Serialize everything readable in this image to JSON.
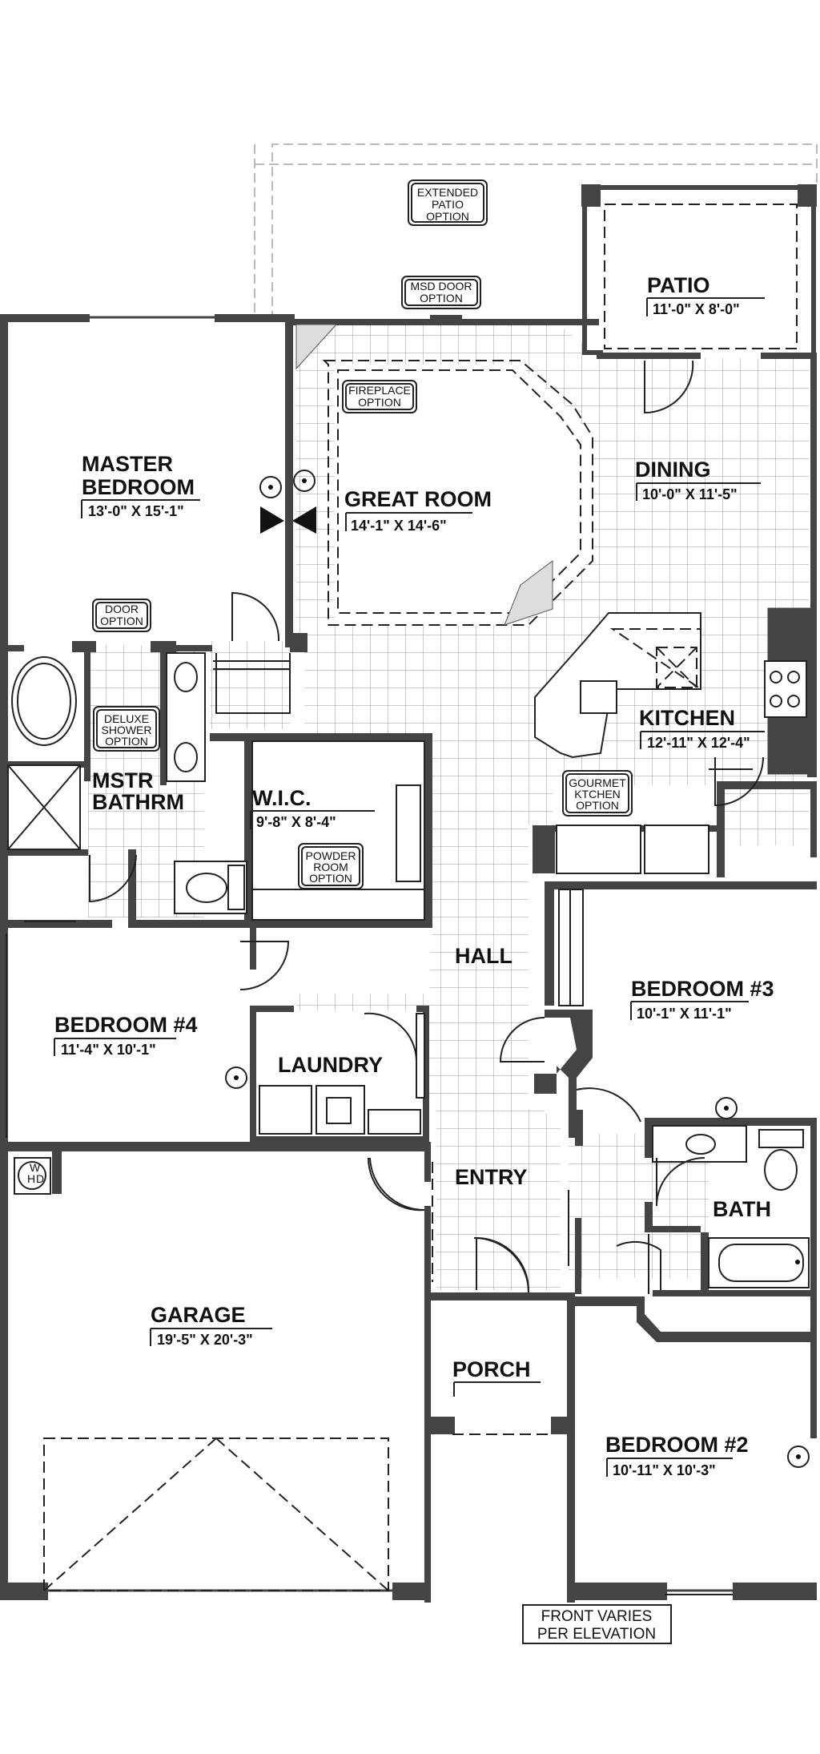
{
  "rooms": {
    "patio": {
      "name": "PATIO",
      "dim": "11'-0\" X 8'-0\""
    },
    "master_bedroom": {
      "name_line1": "MASTER",
      "name_line2": "BEDROOM",
      "dim": "13'-0\" X 15'-1\""
    },
    "great_room": {
      "name": "GREAT ROOM",
      "dim": "14'-1\" X 14'-6\""
    },
    "dining": {
      "name": "DINING",
      "dim": "10'-0\" X 11'-5\""
    },
    "kitchen": {
      "name": "KITCHEN",
      "dim": "12'-11\" X 12'-4\""
    },
    "wic": {
      "name": "W.I.C.",
      "dim": "9'-8\" X 8'-4\""
    },
    "mstr_bathrm": {
      "name_line1": "MSTR",
      "name_line2": "BATHRM"
    },
    "hall": {
      "name": "HALL"
    },
    "bedroom3": {
      "name": "BEDROOM #3",
      "dim": "10'-1\" X 11'-1\""
    },
    "bedroom4": {
      "name": "BEDROOM #4",
      "dim": "11'-4\" X 10'-1\""
    },
    "laundry": {
      "name": "LAUNDRY"
    },
    "entry": {
      "name": "ENTRY"
    },
    "bath": {
      "name": "BATH"
    },
    "garage": {
      "name": "GARAGE",
      "dim": "19'-5\" X 20'-3\""
    },
    "porch": {
      "name": "PORCH"
    },
    "bedroom2": {
      "name": "BEDROOM #2",
      "dim": "10'-11\" X 10'-3\""
    }
  },
  "options": {
    "extended_patio": [
      "EXTENDED",
      "PATIO",
      "OPTION"
    ],
    "msd_door": [
      "MSD DOOR",
      "OPTION"
    ],
    "fireplace": [
      "FIREPLACE",
      "OPTION"
    ],
    "door": [
      "DOOR",
      "OPTION"
    ],
    "deluxe_shower": [
      "DELUXE",
      "SHOWER",
      "OPTION"
    ],
    "powder_room": [
      "POWDER",
      "ROOM",
      "OPTION"
    ],
    "gourmet_kitchen": [
      "GOURMET",
      "KTCHEN",
      "OPTION"
    ]
  },
  "front_note": [
    "FRONT VARIES",
    "PER ELEVATION"
  ],
  "washer_dryer_label": [
    "W",
    "D",
    "H"
  ]
}
